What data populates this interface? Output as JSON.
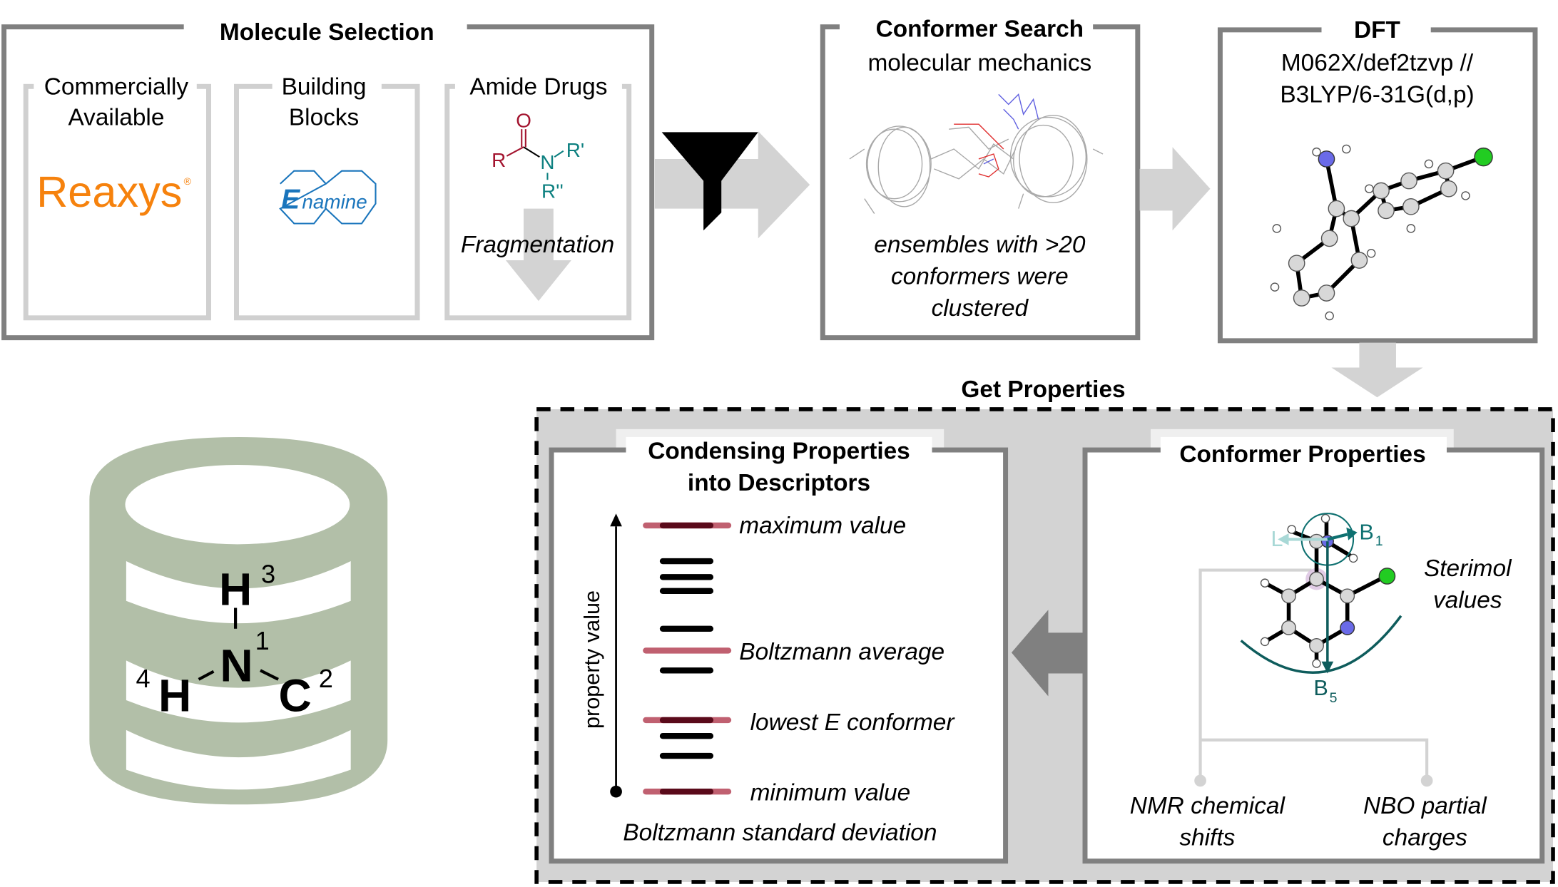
{
  "molecule_selection": {
    "title": "Molecule Selection",
    "sources": [
      {
        "label_line1": "Commercially",
        "label_line2": "Available",
        "logo_text": "Reaxys",
        "logo_mark": "®"
      },
      {
        "label_line1": "Building",
        "label_line2": "Blocks",
        "logo_text_first": "E",
        "logo_text_rest": "namine"
      },
      {
        "label_line1": "Amide Drugs",
        "structure": {
          "o": "O",
          "r": "R",
          "n": "N",
          "r1": "R'",
          "r2": "R''"
        },
        "action": "Fragmentation"
      }
    ]
  },
  "conformer_search": {
    "title": "Conformer Search",
    "subtitle": "molecular mechanics",
    "note_line1": "ensembles with >20",
    "note_line2": "conformers were",
    "note_line3": "clustered"
  },
  "dft": {
    "title": "DFT",
    "method_line1": "M062X/def2tzvp //",
    "method_line2": "B3LYP/6-31G(d,p)"
  },
  "get_properties": {
    "title": "Get Properties"
  },
  "condensing": {
    "title_line1": "Condensing Properties",
    "title_line2": "into Descriptors",
    "axis_label": "property value",
    "descriptors": {
      "max": "maximum value",
      "avg": "Boltzmann average",
      "lowest": "lowest E conformer",
      "min": "minimum value",
      "std": "Boltzmann standard deviation"
    }
  },
  "conformer_properties": {
    "title": "Conformer Properties",
    "sterimol_line1": "Sterimol",
    "sterimol_line2": "values",
    "l_label": "L",
    "b1_label": "B",
    "b1_sub": "1",
    "b5_label": "B",
    "b5_sub": "5",
    "nmr_line1": "NMR chemical",
    "nmr_line2": "shifts",
    "nbo_line1": "NBO partial",
    "nbo_line2": "charges"
  },
  "database": {
    "atoms": {
      "h3": "H",
      "h3_num": "3",
      "n1": "N",
      "n1_num": "1",
      "h4": "H",
      "h4_num": "4",
      "c2": "C",
      "c2_num": "2"
    }
  },
  "colors": {
    "reaxys_orange": "#f6820d",
    "enamine_blue": "#1a75bc",
    "amide_red": "#a3142f",
    "amide_teal": "#0d8080",
    "sterimol_teal": "#0e5c5c",
    "db_green": "#b2bfa8",
    "descriptor_pink": "#c06070",
    "descriptor_dark": "#5a0a1a"
  }
}
